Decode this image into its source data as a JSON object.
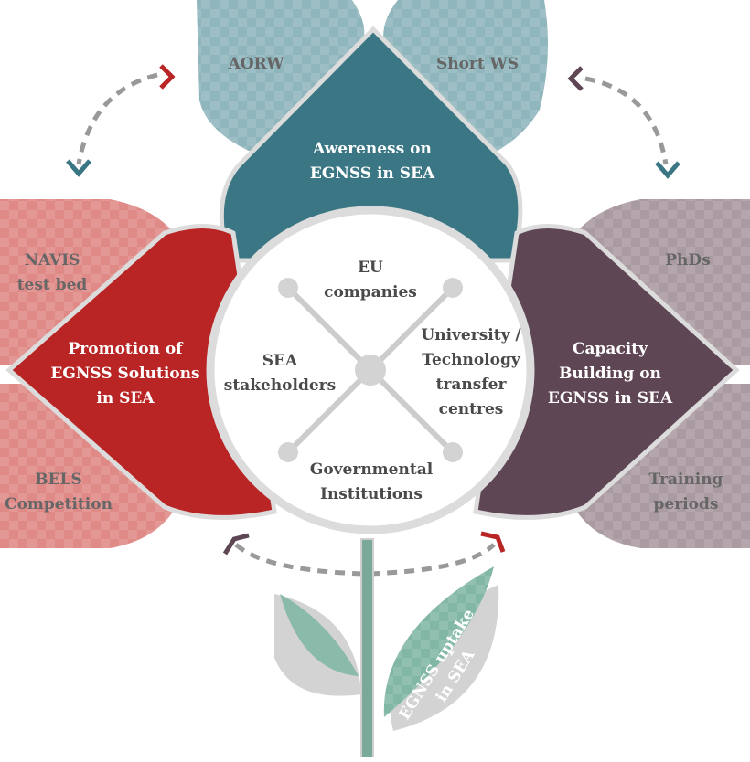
{
  "top_left_label": "AORW",
  "top_right_label": "Short WS",
  "top_petal": [
    "Awereness on",
    "EGNSS in SEA"
  ],
  "left_top_label": [
    "NAVIS",
    "test bed"
  ],
  "left_bottom_label": [
    "BELS",
    "Competition"
  ],
  "left_petal": [
    "Promotion of",
    "EGNSS Solutions",
    "in SEA"
  ],
  "right_top_label": "PhDs",
  "right_bottom_label": [
    "Training",
    "periods"
  ],
  "right_petal": [
    "Capacity",
    "Building on",
    "EGNSS in SEA"
  ],
  "center": {
    "top": [
      "EU",
      "companies"
    ],
    "left": [
      "SEA",
      "stakeholders"
    ],
    "right": [
      "University /",
      "Technology",
      "transfer",
      "centres"
    ],
    "bottom": [
      "Governmental",
      "Institutions"
    ]
  },
  "leaf_label": [
    "EGNSS uptake",
    "in SEA"
  ],
  "colors": {
    "teal": "#3a7683",
    "teal_light": "#8fb5bd",
    "red": "#b92424",
    "red_light": "#e08a87",
    "plum": "#5f4654",
    "plum_light": "#aa9aa1",
    "stem": "#7aa99a",
    "leaf": "#82b7a5",
    "grey_leaf": "#d3d3d3"
  }
}
